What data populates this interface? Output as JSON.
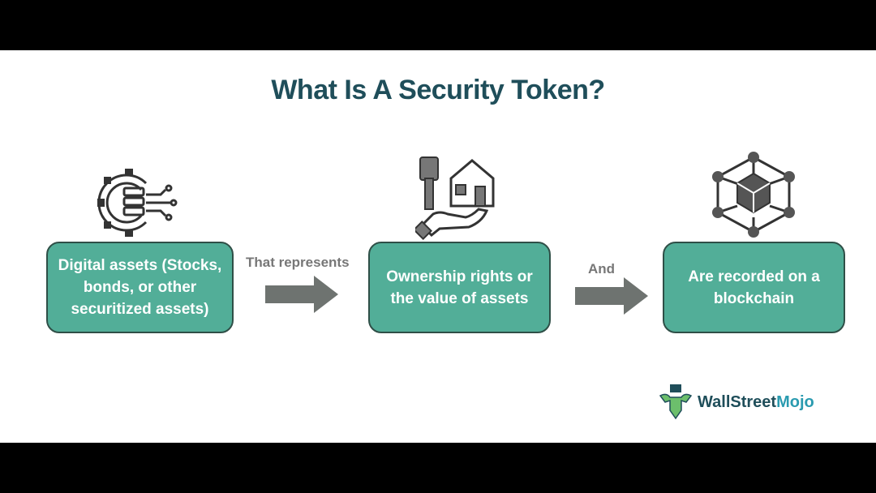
{
  "title": "What Is A Security Token?",
  "steps": [
    {
      "text": "Digital assets (Stocks, bonds, or other securitized assets)",
      "icon": "gear-database-icon"
    },
    {
      "text": "Ownership rights or the value of assets",
      "icon": "key-house-hand-icon"
    },
    {
      "text": "Are recorded on a blockchain",
      "icon": "blockchain-cube-icon"
    }
  ],
  "connectors": [
    "That represents",
    "And"
  ],
  "logo": {
    "part1": "WallStreet",
    "part2": "Mojo"
  },
  "colors": {
    "box": "#52ae98",
    "title": "#1f4e5a",
    "arrow": "#6e7370"
  }
}
